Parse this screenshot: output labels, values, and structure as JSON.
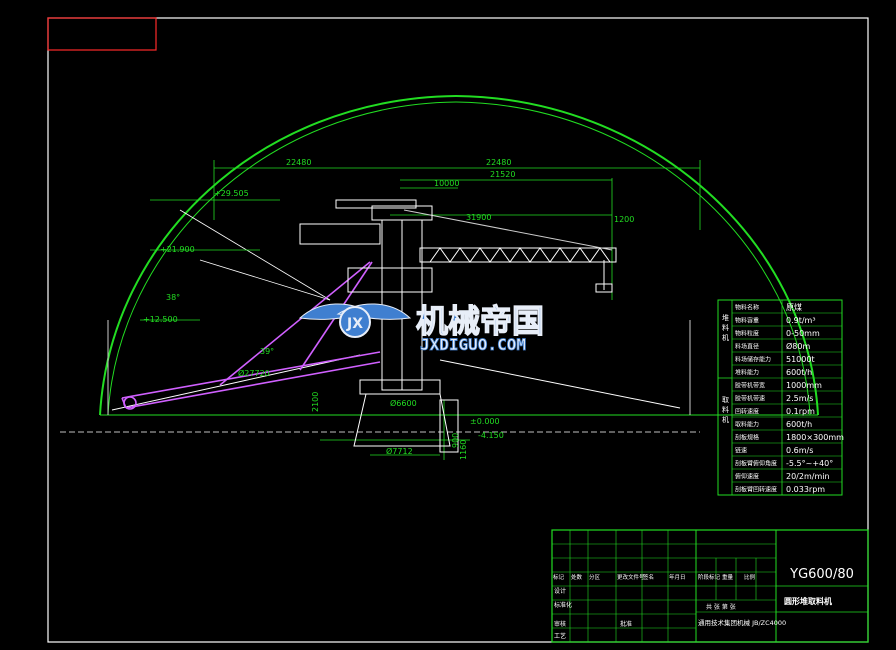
{
  "colors": {
    "background": "#000000",
    "frame": "#ffffff",
    "corner_box": "#ff2a2a",
    "dome": "#22dd22",
    "dimension": "#22dd22",
    "machine": "#ffffff",
    "boom": "#d060ff",
    "table_border": "#22dd22",
    "table_text": "#ffffff",
    "level_mark": "#22dd22",
    "watermark_blue": "#3f7fd0",
    "watermark_white": "#e8eef8"
  },
  "dimensions": {
    "left_span": "22480",
    "right_span": "22480",
    "span_21520": "21520",
    "span_10000": "10000",
    "span_31900": "31900",
    "gap_1200": "1200",
    "base_6600": "Ø6600",
    "base_7712": "Ø7712",
    "radius_27720": "Ø27720",
    "height_2100": "2100",
    "height_900": "900",
    "height_1160": "1160"
  },
  "levels": {
    "l1": "+29.505",
    "l2": "+21.900",
    "l3": "+12.500",
    "l4": "±0.000",
    "l5": "-4.150"
  },
  "angles": {
    "a1": "38°",
    "a2": "39°"
  },
  "watermark": {
    "cn": "机械帝国",
    "en": "JXDIGUO.COM"
  },
  "spec_table": {
    "header": [
      "物料名称",
      "原煤"
    ],
    "rows": [
      [
        "物料容重",
        "0.9t/m³"
      ],
      [
        "物料粒度",
        "0-50mm"
      ],
      [
        "料场直径",
        "Ø80m"
      ],
      [
        "料场储存能力",
        "51000t"
      ],
      [
        "堆料能力",
        "600t/h"
      ],
      [
        "胶带机带宽",
        "1000mm"
      ],
      [
        "胶带机带速",
        "2.5m/s"
      ],
      [
        "回转速度",
        "0.1rpm"
      ],
      [
        "取料能力",
        "600t/h"
      ],
      [
        "刮板规格",
        "1800×300mm"
      ],
      [
        "链速",
        "0.6m/s"
      ],
      [
        "刮板臂俯仰角度",
        "-5.5°~+40°"
      ],
      [
        "俯仰速度",
        "20/2m/min"
      ],
      [
        "刮板臂回转速度",
        "0.033rpm"
      ]
    ],
    "group_labels": [
      "堆料机",
      "取料机"
    ]
  },
  "title_block": {
    "drawing_no": "YG600/80",
    "drawing_name": "圆形堆取料机",
    "company": "通用技术集团机械 JB/ZC4000",
    "row_labels": [
      "标记",
      "处数",
      "分区",
      "更改文件号",
      "签名",
      "年月日"
    ],
    "role_design": "设计",
    "role_std": "标准化",
    "role_check": "审核",
    "role_process": "工艺",
    "role_approve": "批准",
    "stage_header": "阶段标记",
    "weight_header": "重量",
    "scale_header": "比例",
    "sheet_label": "共 张 第 张"
  }
}
